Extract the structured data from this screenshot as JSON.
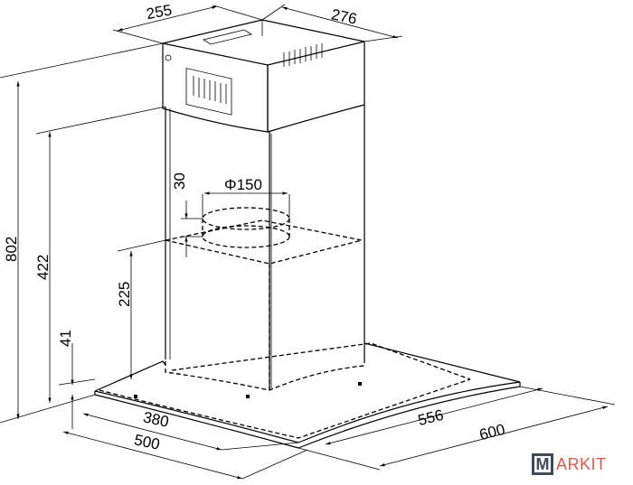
{
  "dimensions": {
    "top_depth": "255",
    "top_width": "276",
    "total_height": "802",
    "chimney_height": "422",
    "outlet_height": "30",
    "outlet_diameter": "Φ150",
    "body_height": "225",
    "glass_thickness": "41",
    "inner_depth": "380",
    "outer_depth": "500",
    "inner_width": "556",
    "outer_width": "600"
  },
  "logo": {
    "text": "MARKIT",
    "letter": "M",
    "rest": "ARKIT"
  },
  "colors": {
    "logo_dark": "#3d4a5c",
    "logo_red": "#e8564a"
  }
}
